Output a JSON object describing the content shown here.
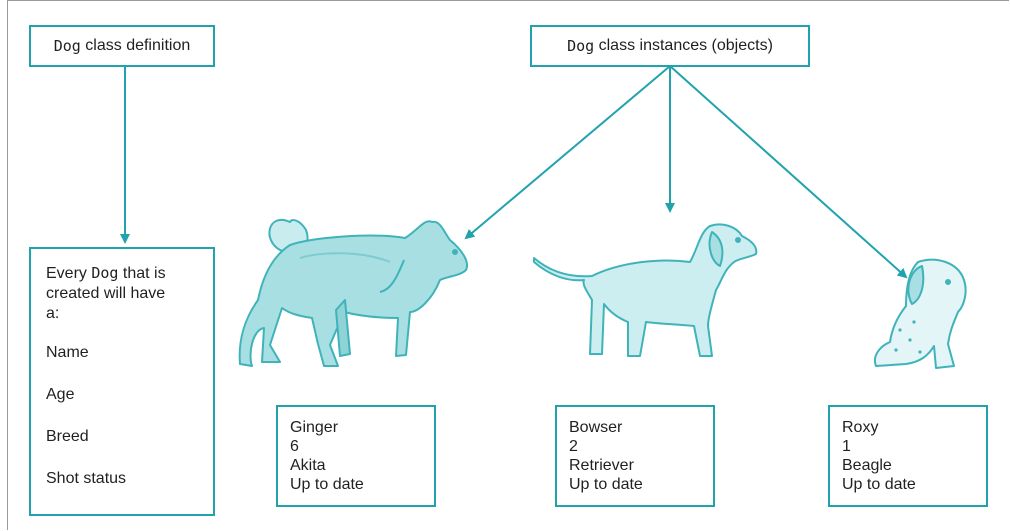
{
  "class_definition": {
    "header_keyword": "Dog",
    "header_text": " class definition",
    "intro_line1_keyword_prefix": "Every ",
    "intro_keyword": "Dog",
    "intro_line1_suffix": " that is",
    "intro_line2": "created will have",
    "intro_line3": "a:",
    "attributes": [
      "Name",
      "Age",
      "Breed",
      "Shot status"
    ]
  },
  "instances_header": {
    "keyword": "Dog",
    "text": " class instances (objects)"
  },
  "instances": [
    {
      "name": "Ginger",
      "age": "6",
      "breed": "Akita",
      "shot_status": "Up to date"
    },
    {
      "name": "Bowser",
      "age": "2",
      "breed": "Retriever",
      "shot_status": "Up to date"
    },
    {
      "name": "Roxy",
      "age": "1",
      "breed": "Beagle",
      "shot_status": "Up to date"
    }
  ],
  "colors": {
    "arrow": "#21a3ad",
    "dog_fill": "#a8dfe2",
    "dog_stroke": "#3fb3ba"
  }
}
